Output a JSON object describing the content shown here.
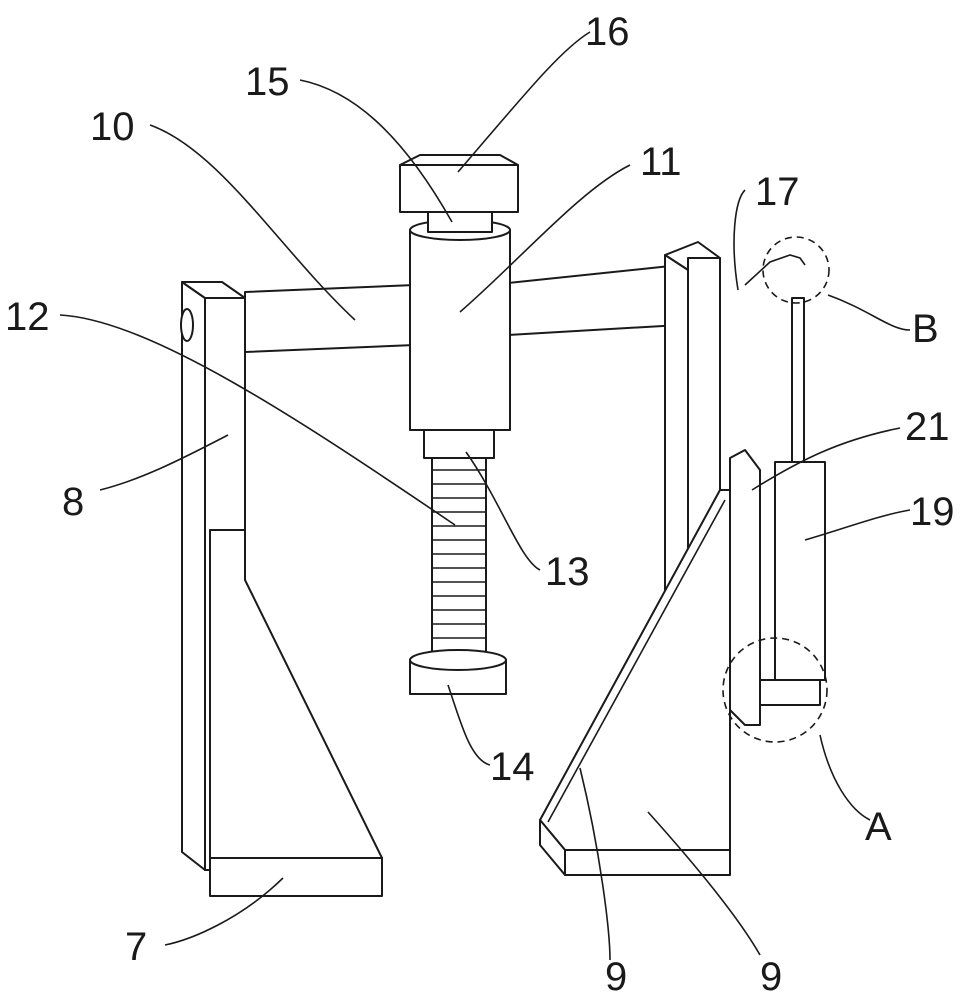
{
  "figure": {
    "labels": {
      "l16": "16",
      "l15": "15",
      "l10": "10",
      "l11": "11",
      "l17": "17",
      "l12": "12",
      "lB": "B",
      "l21": "21",
      "l8": "8",
      "l19": "19",
      "l13": "13",
      "l14": "14",
      "lA": "A",
      "l7": "7",
      "l9a": "9",
      "l9b": "9"
    }
  }
}
